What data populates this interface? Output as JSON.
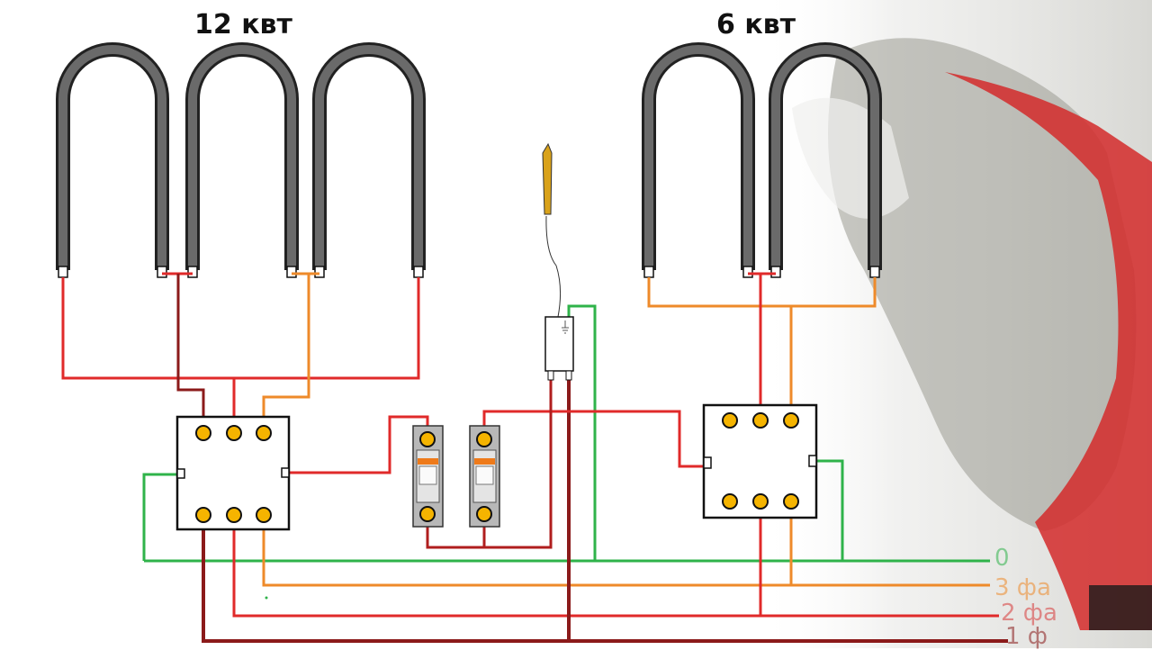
{
  "diagram": {
    "title_left": "12 квт",
    "title_right": "6 квт",
    "legend": {
      "neutral": "0",
      "phase3": "3 фа",
      "phase2": "2 фа",
      "phase1": "1 ф"
    }
  },
  "colors": {
    "neutral": "#2fb34a",
    "phase3": "#ee8a2a",
    "phase2": "#e02a2a",
    "phase1": "#8b1a1a",
    "heater": "#555555",
    "terminal": "#f5b400"
  }
}
